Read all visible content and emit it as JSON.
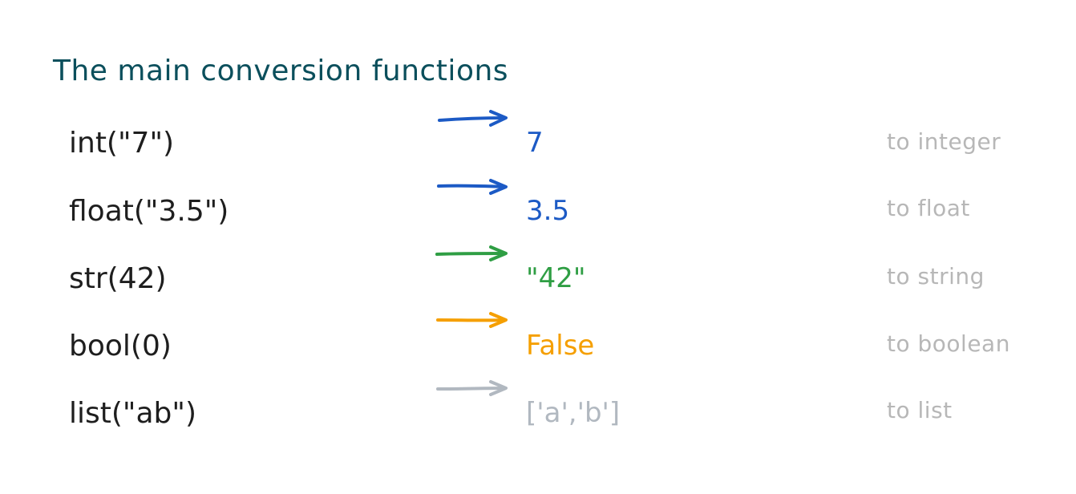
{
  "title": "The main conversion functions",
  "rows": [
    {
      "expr": "int(\"7\")",
      "result": "7",
      "note": "to integer",
      "color": "#1c5ac5"
    },
    {
      "expr": "float(\"3.5\")",
      "result": "3.5",
      "note": "to float",
      "color": "#1c5ac5"
    },
    {
      "expr": "str(42)",
      "result": "\"42\"",
      "note": "to string",
      "color": "#2f9e44"
    },
    {
      "expr": "bool(0)",
      "result": "False",
      "note": "to boolean",
      "color": "#f59f00"
    },
    {
      "expr": "list(\"ab\")",
      "result": "['a','b']",
      "note": "to list",
      "color": "#b1b8c0"
    }
  ]
}
